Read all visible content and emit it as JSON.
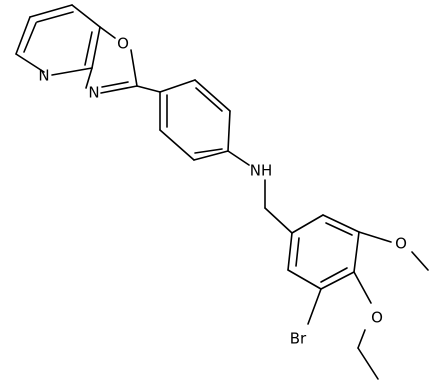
{
  "molecule": {
    "atom_labels": {
      "oxygen_ring": "O",
      "nitrogen_oxazole": "N",
      "nitrogen_pyridine": "N",
      "amine": "NH",
      "bromine": "Br",
      "oxygen_methoxy": "O",
      "oxygen_ethoxy": "O"
    }
  }
}
